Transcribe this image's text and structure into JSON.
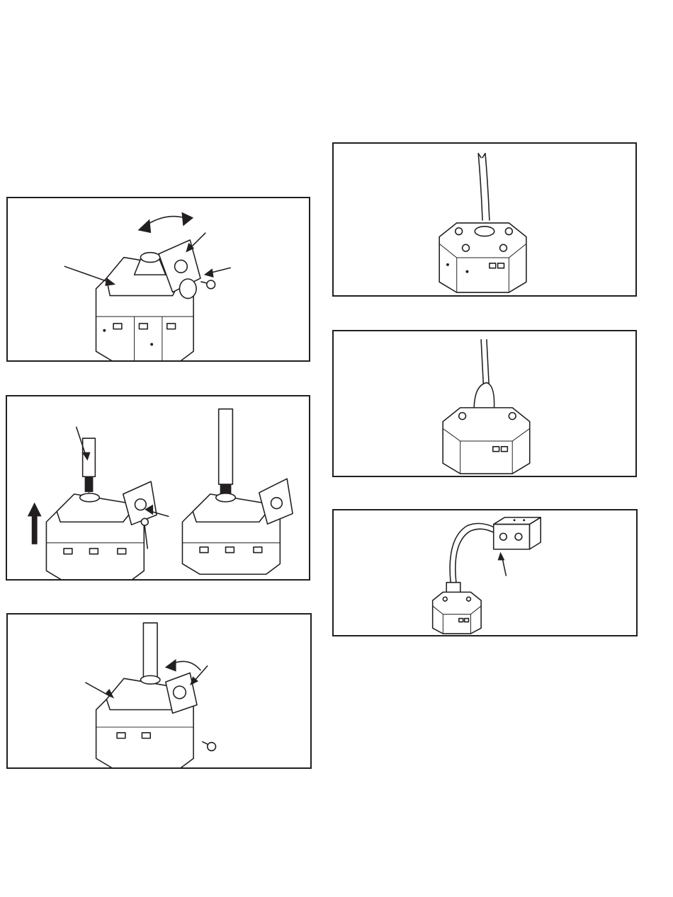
{
  "page": {
    "background": "#ffffff",
    "line_color": "#231f20"
  },
  "figures": [
    {
      "id": "step-1",
      "icons": [
        "rotate-double-arrow-icon",
        "pointer-arrow-icon",
        "screw-icon"
      ]
    },
    {
      "id": "step-2",
      "icons": [
        "up-arrow-icon",
        "drill-bit-icon",
        "pointer-arrow-icon",
        "screw-icon"
      ]
    },
    {
      "id": "step-3",
      "icons": [
        "curved-arrow-icon",
        "pointer-arrow-icon",
        "screw-icon"
      ]
    },
    {
      "id": "step-4",
      "icons": [
        "cable-icon",
        "octagon-box-icon"
      ]
    },
    {
      "id": "step-5",
      "icons": [
        "connector-icon",
        "cable-icon",
        "octagon-box-icon"
      ]
    },
    {
      "id": "step-6",
      "icons": [
        "conduit-icon",
        "junction-box-icon",
        "pointer-arrow-icon"
      ]
    }
  ]
}
